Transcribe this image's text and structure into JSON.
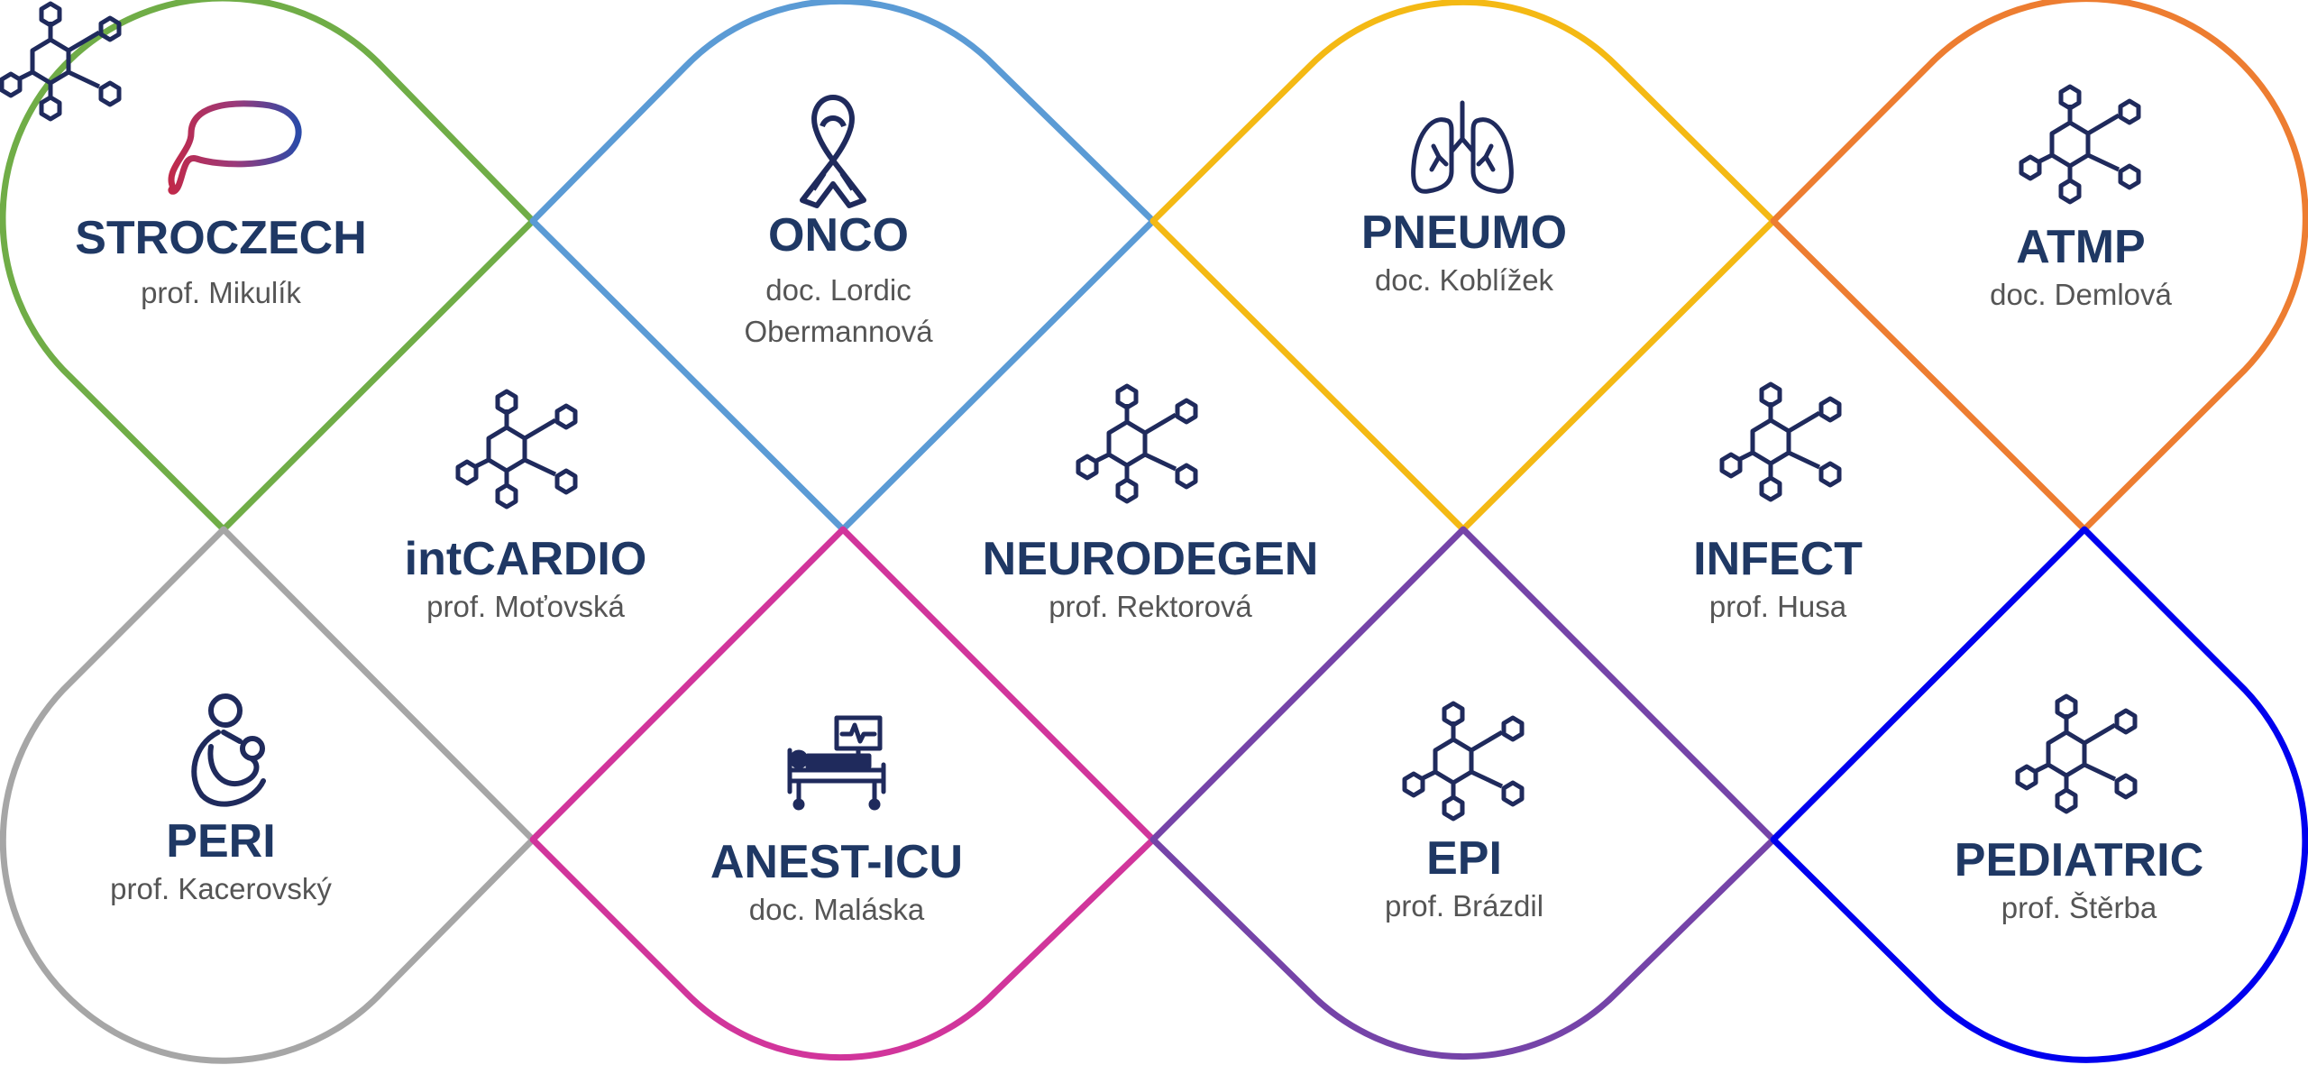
{
  "colors": {
    "title": "#1f3864",
    "subtitle": "#555555",
    "icon": "#1f2a5c",
    "stroke_green": "#70ad47",
    "stroke_blue": "#5b9bd5",
    "stroke_yellow": "#f4b914",
    "stroke_orange": "#ed7d31",
    "stroke_gray": "#a6a6a6",
    "stroke_magenta": "#d1359b",
    "stroke_purple": "#7544a8",
    "stroke_pure_blue": "#0000ee"
  },
  "programs": [
    {
      "key": "stroczech",
      "title": "STROCZECH",
      "lead": "prof. Mikulík",
      "lead_line2": "",
      "icon": "stroke-loop-icon"
    },
    {
      "key": "onco",
      "title": "ONCO",
      "lead": "doc. Lordic",
      "lead_line2": "Obermannová",
      "icon": "ribbon-icon"
    },
    {
      "key": "pneumo",
      "title": "PNEUMO",
      "lead": "doc. Koblížek",
      "lead_line2": "",
      "icon": "lungs-icon"
    },
    {
      "key": "atmp",
      "title": "ATMP",
      "lead": "doc. Demlová",
      "lead_line2": "",
      "icon": "molecule-icon"
    },
    {
      "key": "intcardio",
      "title": "intCARDIO",
      "lead": "prof. Moťovská",
      "lead_line2": "",
      "icon": "molecule-icon"
    },
    {
      "key": "neurodegen",
      "title": "NEURODEGEN",
      "lead": "prof. Rektorová",
      "lead_line2": "",
      "icon": "molecule-icon"
    },
    {
      "key": "infect",
      "title": "INFECT",
      "lead": "prof. Husa",
      "lead_line2": "",
      "icon": "molecule-icon"
    },
    {
      "key": "peri",
      "title": "PERI",
      "lead": "prof. Kacerovský",
      "lead_line2": "",
      "icon": "mother-child-icon"
    },
    {
      "key": "anest_icu",
      "title": "ANEST-ICU",
      "lead": "doc. Maláska",
      "lead_line2": "",
      "icon": "hospital-bed-icon"
    },
    {
      "key": "epi",
      "title": "EPI",
      "lead": "prof. Brázdil",
      "lead_line2": "",
      "icon": "molecule-icon"
    },
    {
      "key": "pediatric",
      "title": "PEDIATRIC",
      "lead": "prof. Štěrba",
      "lead_line2": "",
      "icon": "molecule-icon"
    }
  ]
}
